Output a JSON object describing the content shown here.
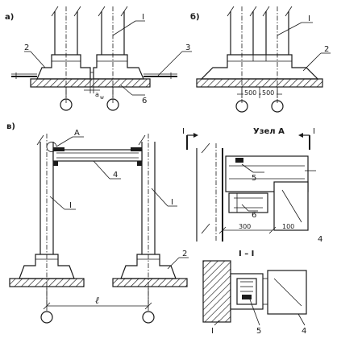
{
  "panels": {
    "a": "а)",
    "b": "б)",
    "v": "в)"
  },
  "callouts": {
    "n1": "I",
    "n2": "2",
    "n3": "3",
    "n4": "4",
    "n5": "5",
    "n6": "6",
    "gap": "а",
    "gap_sub": "w"
  },
  "dimensions": {
    "d500_left": "500",
    "d500_right": "500",
    "d300": "300",
    "d100": "100",
    "span": "ℓ"
  },
  "node": {
    "letter": "А",
    "title": "Узел А",
    "section_mark": "I",
    "section_title": "I – I"
  }
}
